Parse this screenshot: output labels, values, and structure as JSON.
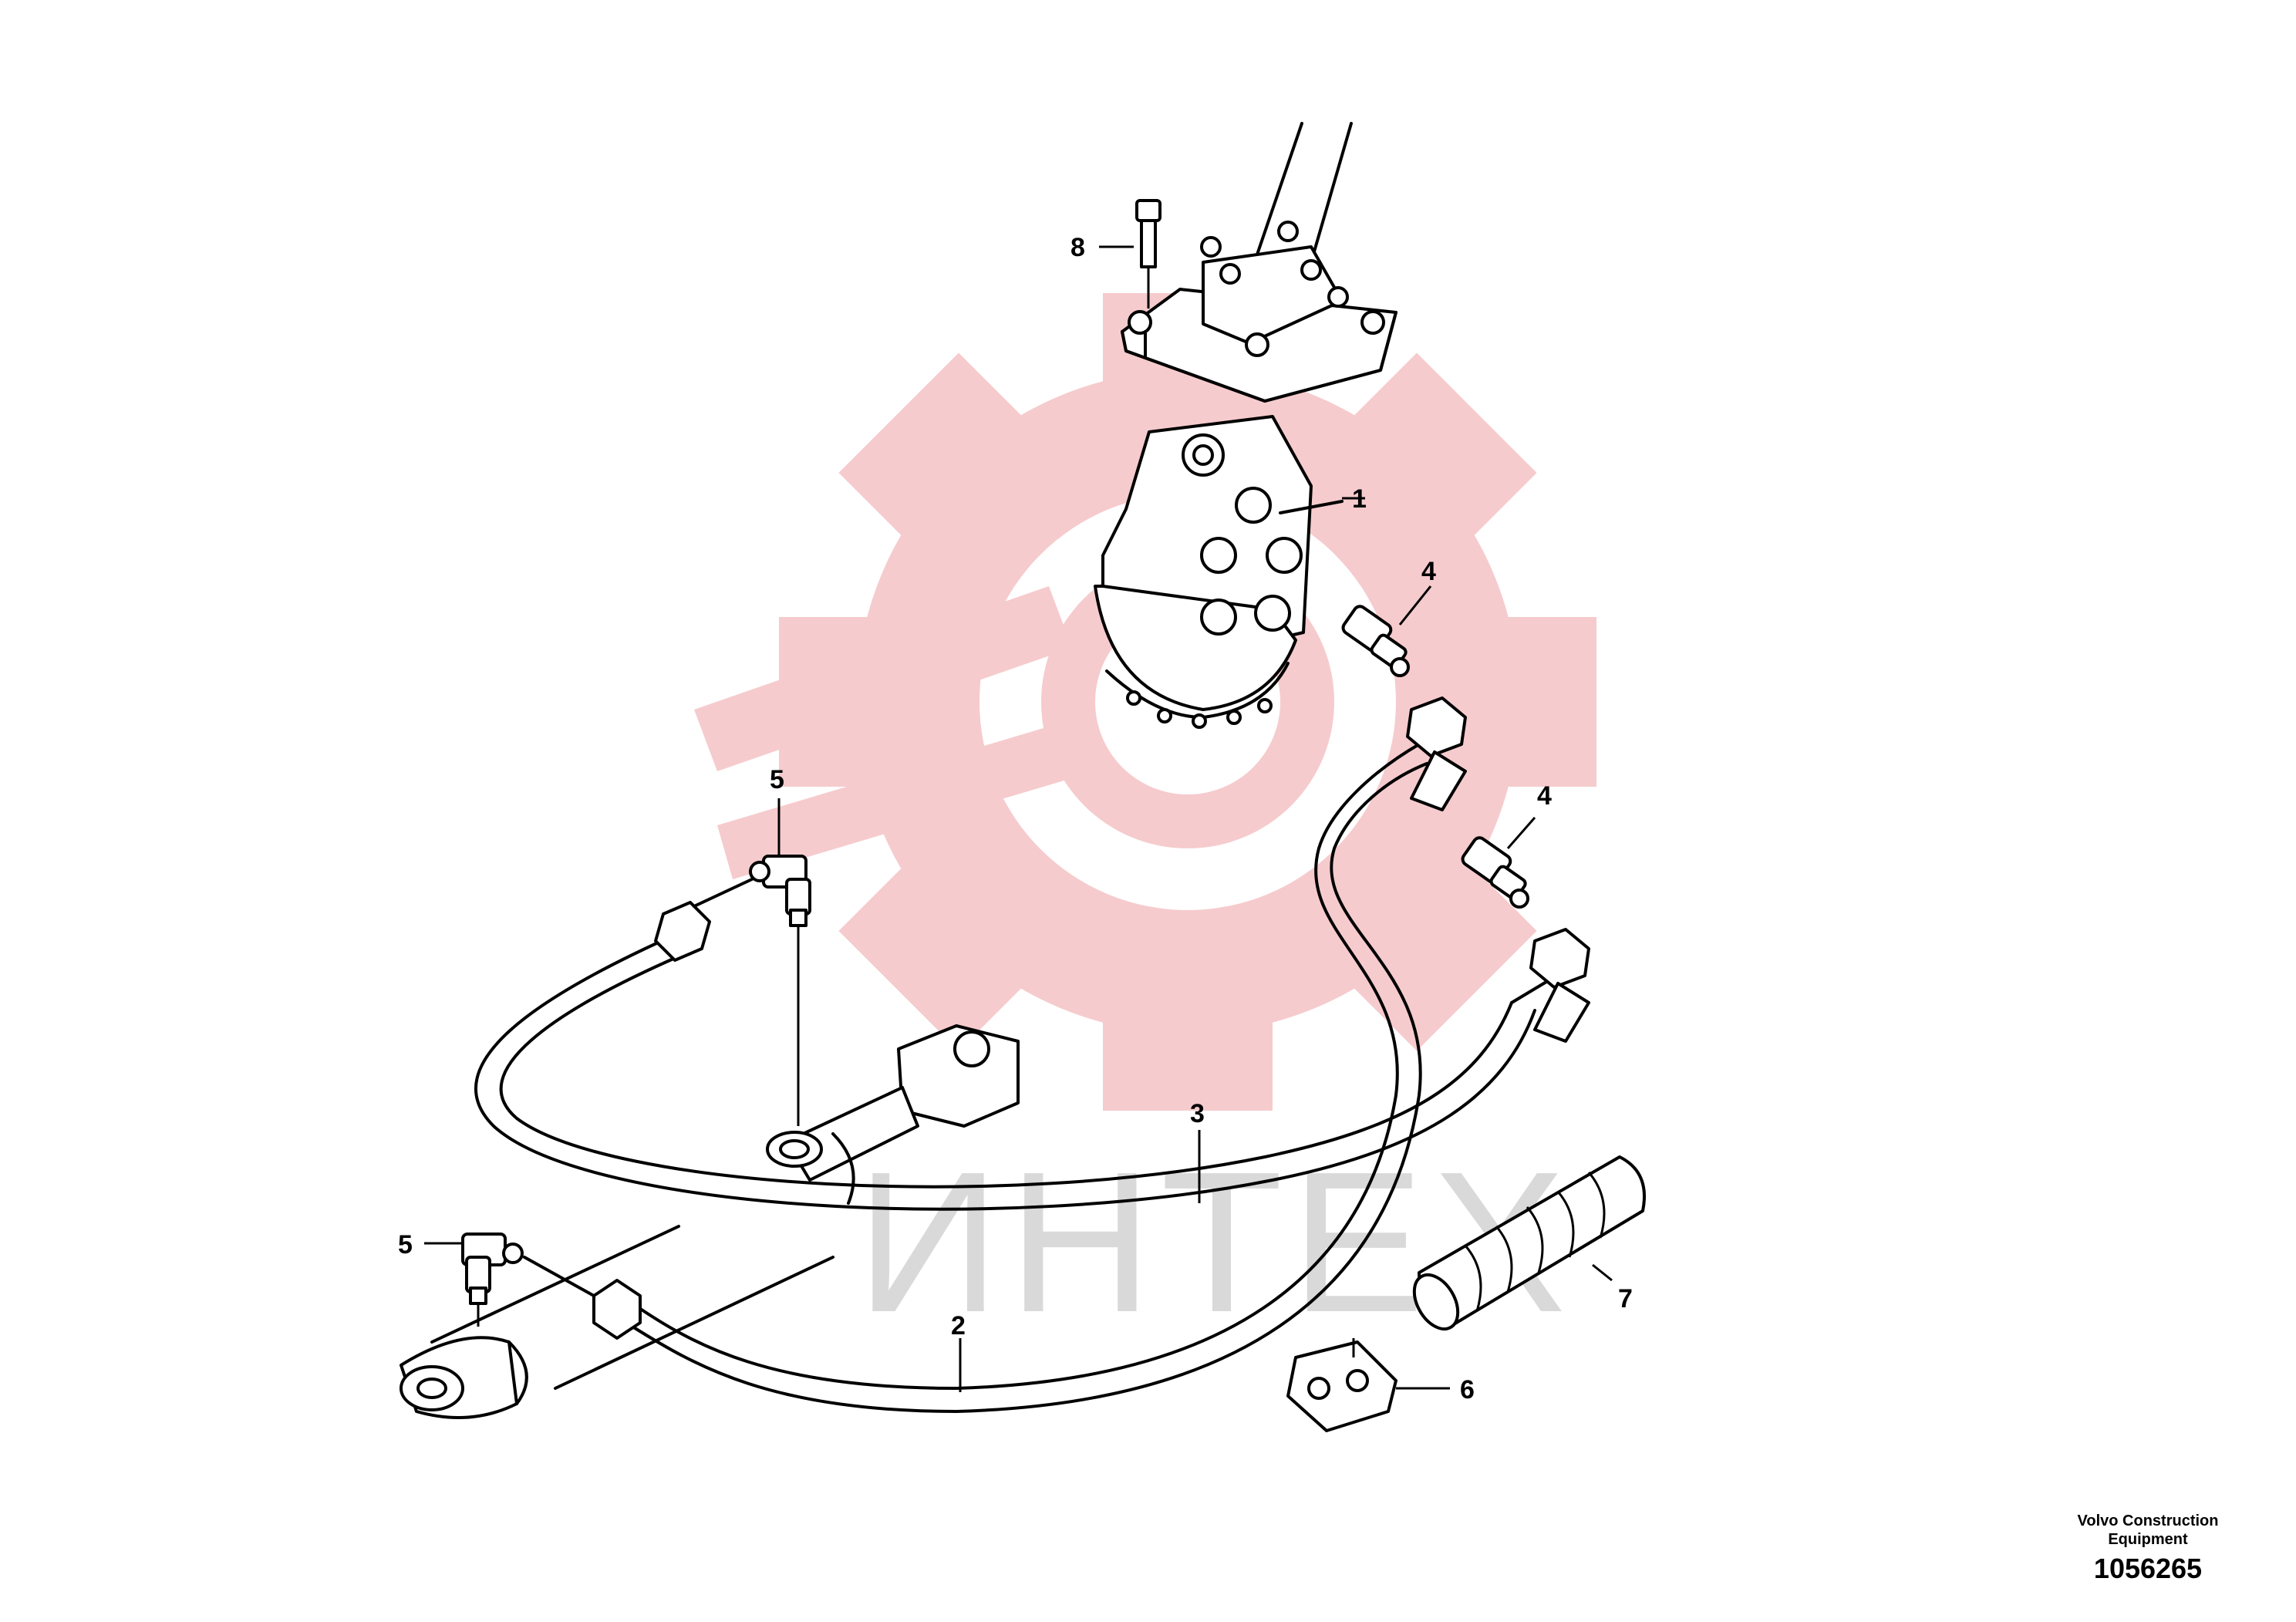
{
  "watermark": {
    "text": "ИНТЕХ",
    "gear_color": "#f5c6c8",
    "text_color": "#d9d9d9"
  },
  "callouts": [
    "1",
    "2",
    "3",
    "4",
    "4",
    "5",
    "5",
    "6",
    "7",
    "8"
  ],
  "footer": {
    "company_line1": "Volvo Construction",
    "company_line2": "Equipment",
    "drawing_number": "1056265"
  }
}
